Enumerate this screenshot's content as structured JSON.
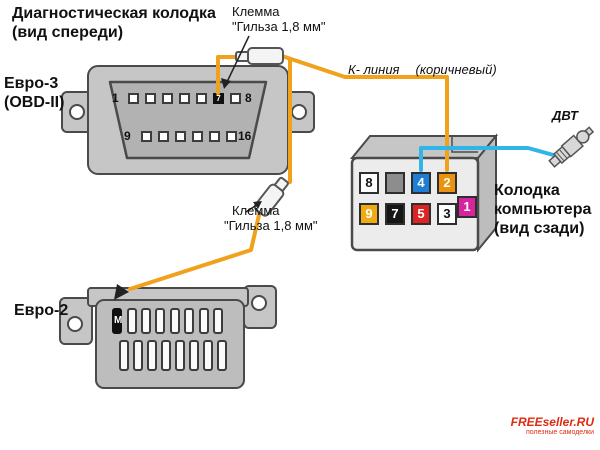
{
  "labels": {
    "diag_title_line1": "Диагностическая колодка",
    "diag_title_line2": "(вид спереди)",
    "terminal_top_line1": "Клемма",
    "terminal_top_line2": "\"Гильза 1,8 мм\"",
    "terminal_mid_line1": "Клемма",
    "terminal_mid_line2": "\"Гильза 1,8 мм\"",
    "k_line": "К- линия",
    "k_line_color": "(коричневый)",
    "dvt": "ДВТ",
    "evro3_line1": "Евро-3",
    "evro3_line2": "(OBD-II)",
    "evro2": "Евро-2",
    "computer_line1": "Колодка",
    "computer_line2": "компьютера",
    "computer_line3": "(вид сзади)"
  },
  "obd_connector": {
    "row1_start_label": "1",
    "row1_end_label": "8",
    "row2_start_label": "9",
    "row2_end_label": "16",
    "pins_top": [
      {
        "label": ""
      },
      {
        "label": ""
      },
      {
        "label": ""
      },
      {
        "label": ""
      },
      {
        "label": ""
      },
      {
        "label": "7",
        "filled": true
      },
      {
        "label": ""
      }
    ],
    "pins_bottom": [
      {
        "label": ""
      },
      {
        "label": ""
      },
      {
        "label": ""
      },
      {
        "label": ""
      },
      {
        "label": ""
      },
      {
        "label": ""
      }
    ]
  },
  "evro2_connector": {
    "pins_top": [
      {
        "label": "M",
        "filled": true
      },
      {
        "label": ""
      },
      {
        "label": ""
      },
      {
        "label": ""
      },
      {
        "label": ""
      },
      {
        "label": ""
      },
      {
        "label": ""
      },
      {
        "label": ""
      }
    ],
    "pins_bottom": [
      {
        "label": ""
      },
      {
        "label": ""
      },
      {
        "label": ""
      },
      {
        "label": ""
      },
      {
        "label": ""
      },
      {
        "label": ""
      },
      {
        "label": ""
      },
      {
        "label": ""
      }
    ]
  },
  "computer_connector": {
    "pins_top": [
      {
        "label": "8",
        "bg": "#ffffff",
        "fg": "#111111"
      },
      {
        "label": "",
        "bg": "#8d8d8d",
        "fg": "#ffffff"
      },
      {
        "label": "4",
        "bg": "#1e7fd2",
        "fg": "#ffffff"
      },
      {
        "label": "2",
        "bg": "#ea930e",
        "fg": "#ffffff"
      }
    ],
    "pins_bottom": [
      {
        "label": "9",
        "bg": "#f0ab12",
        "fg": "#ffffff"
      },
      {
        "label": "7",
        "bg": "#161616",
        "fg": "#ffffff"
      },
      {
        "label": "5",
        "bg": "#dd2424",
        "fg": "#ffffff"
      },
      {
        "label": "3",
        "bg": "#ffffff",
        "fg": "#111111"
      },
      {
        "label": "1",
        "bg": "#d6239e",
        "fg": "#ffffff"
      }
    ]
  },
  "watermark": {
    "brand": "FREEseller.RU",
    "tagline": "полезные самоделки"
  },
  "colors": {
    "k_line_wire": "#f0a21c",
    "dvt_wire": "#2fb5e8",
    "watermark": "#e02a12"
  }
}
